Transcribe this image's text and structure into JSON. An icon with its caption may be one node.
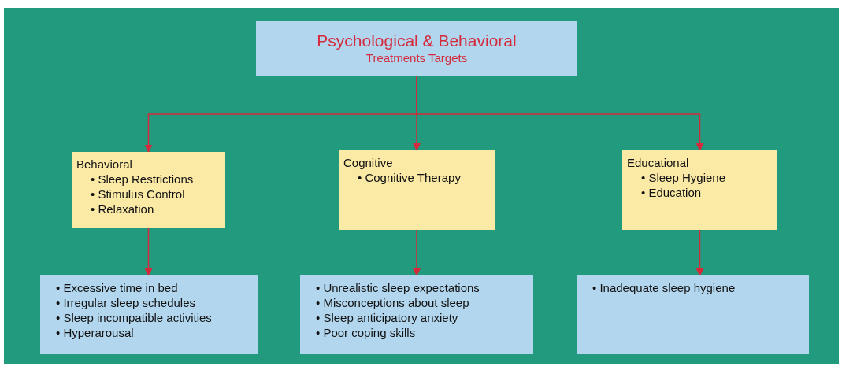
{
  "diagram": {
    "nodes": [
      {
        "text": [
          "Psychological & Behavioral",
          "Treatments Targets"
        ]
      },
      {
        "text": [
          "Behavioral",
          "• Sleep Restrictions",
          "• Stimulus Control",
          "• Relaxation"
        ]
      },
      {
        "text": [
          "Cognitive",
          "• Cognitive Therapy"
        ]
      },
      {
        "text": [
          "Educational",
          "• Sleep Hygiene",
          "• Education"
        ]
      },
      {
        "text": [
          "• Excessive time in bed",
          "• Irregular sleep schedules",
          "• Sleep incompatible activities",
          "• Hyperarousal"
        ]
      },
      {
        "text": [
          "• Unrealistic sleep expectations",
          "• Misconceptions about sleep",
          "• Sleep anticipatory anxiety",
          "• Poor coping skills"
        ]
      },
      {
        "text": [
          "• Inadequate sleep hygiene"
        ]
      }
    ],
    "edges": [
      {
        "from": 0,
        "to": 1,
        "arrow": "to"
      },
      {
        "from": 0,
        "to": 2,
        "arrow": "to"
      },
      {
        "from": 0,
        "to": 3,
        "arrow": "to"
      },
      {
        "from": 1,
        "to": 4,
        "arrow": "to"
      },
      {
        "from": 2,
        "to": 5,
        "arrow": "to"
      },
      {
        "from": 3,
        "to": 6,
        "arrow": "to"
      }
    ]
  }
}
